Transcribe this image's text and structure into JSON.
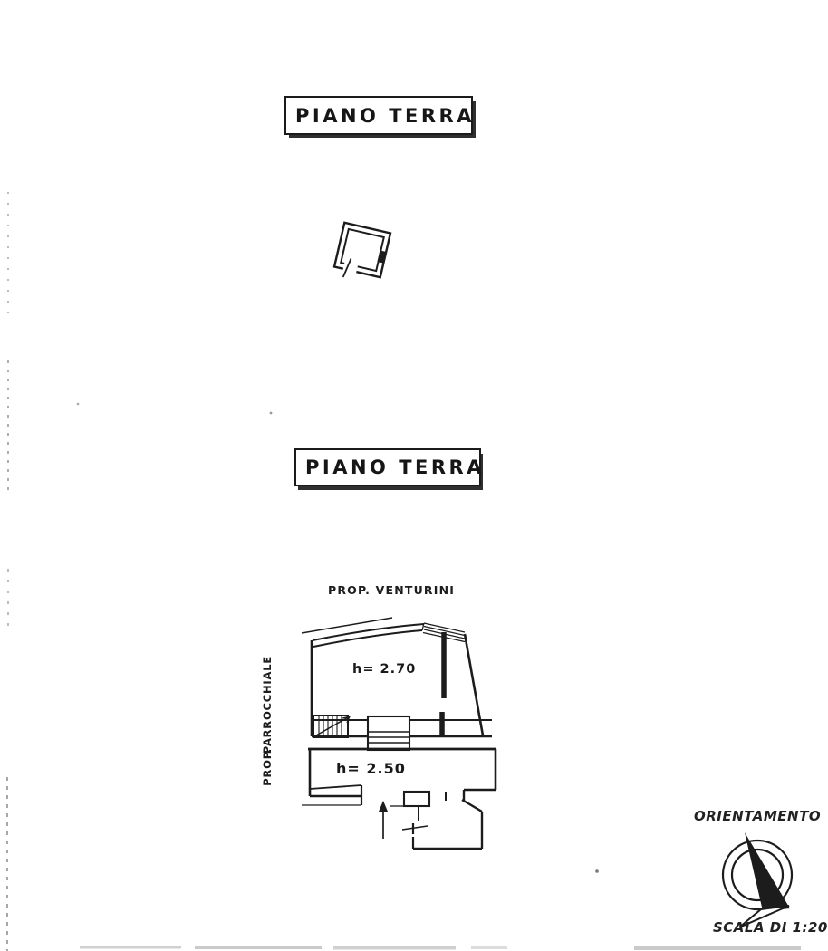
{
  "page": {
    "background": "#ffffff",
    "ink_color": "#1c1c1c",
    "document_type": "scanned cadastral floor plan"
  },
  "title_boxes": [
    {
      "label": "PIANO TERRA"
    },
    {
      "label": "PIANO TERRA"
    }
  ],
  "floor_plan": {
    "top_property_label": "PROP. VENTURINI",
    "left_property_label_line1": "PROP.",
    "left_property_label_line2": "PARROCCHIALE",
    "upper_room_height_label": "h= 2.70",
    "lower_room_height_label": "h= 2.50"
  },
  "compass": {
    "title": "ORIENTAMENTO",
    "scale_label": "SCALA DI 1:20",
    "icon": "north-arrow-icon"
  }
}
